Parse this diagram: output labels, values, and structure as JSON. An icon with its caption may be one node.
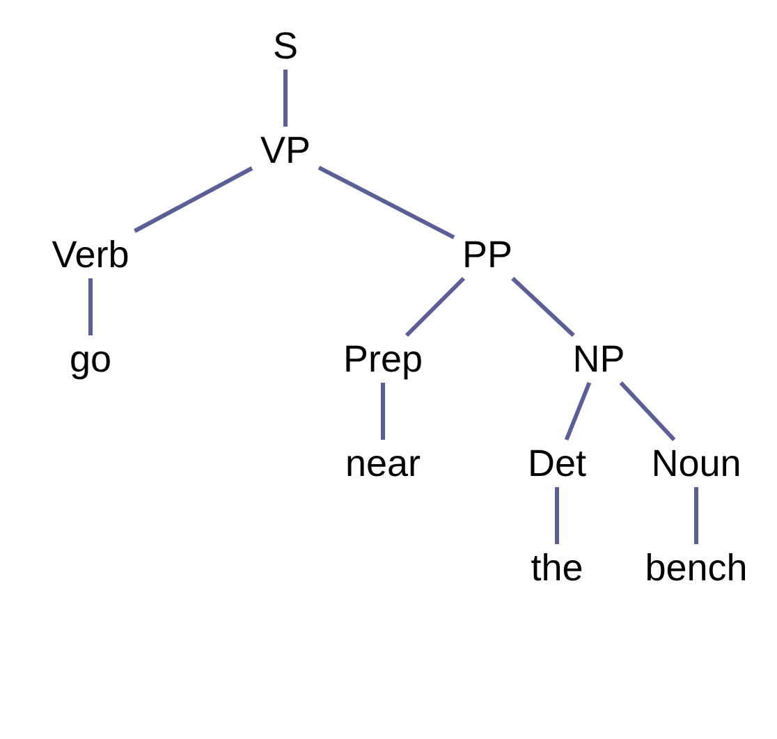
{
  "diagram": {
    "nodes": [
      {
        "text": [
          "S"
        ]
      },
      {
        "text": [
          "VP"
        ]
      },
      {
        "text": [
          "Verb"
        ]
      },
      {
        "text": [
          "PP"
        ]
      },
      {
        "text": [
          "go"
        ]
      },
      {
        "text": [
          "Prep"
        ]
      },
      {
        "text": [
          "NP"
        ]
      },
      {
        "text": [
          "near"
        ]
      },
      {
        "text": [
          "Det"
        ]
      },
      {
        "text": [
          "Noun"
        ]
      },
      {
        "text": [
          "the"
        ]
      },
      {
        "text": [
          "bench"
        ]
      }
    ],
    "edges": [
      {
        "from": 0,
        "to": 1,
        "arrow": "none"
      },
      {
        "from": 1,
        "to": 2,
        "arrow": "none"
      },
      {
        "from": 1,
        "to": 3,
        "arrow": "none"
      },
      {
        "from": 2,
        "to": 4,
        "arrow": "none"
      },
      {
        "from": 3,
        "to": 5,
        "arrow": "none"
      },
      {
        "from": 3,
        "to": 6,
        "arrow": "none"
      },
      {
        "from": 5,
        "to": 7,
        "arrow": "none"
      },
      {
        "from": 6,
        "to": 8,
        "arrow": "none"
      },
      {
        "from": 6,
        "to": 9,
        "arrow": "none"
      },
      {
        "from": 8,
        "to": 10,
        "arrow": "none"
      },
      {
        "from": 9,
        "to": 11,
        "arrow": "none"
      }
    ]
  }
}
